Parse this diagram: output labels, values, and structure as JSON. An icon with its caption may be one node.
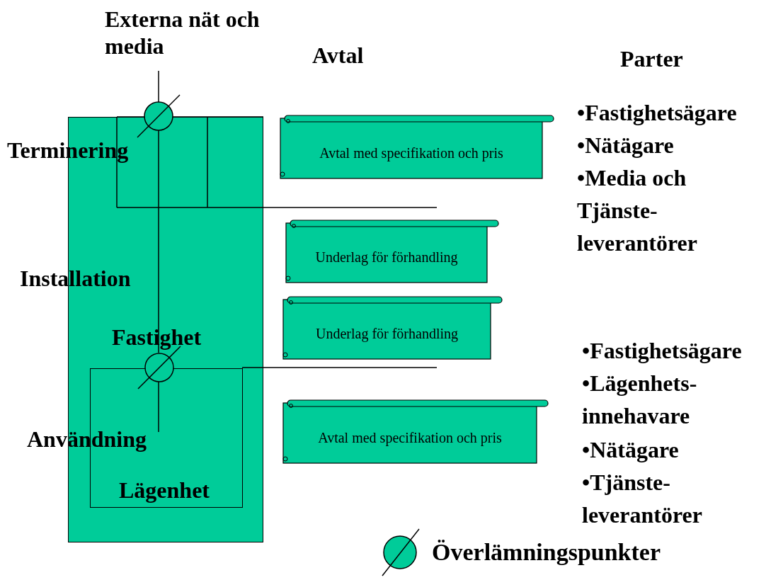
{
  "diagram": {
    "nodes": [
      {
        "text": [],
        "shape": "box"
      },
      {
        "text": [
          "Externa nät och media"
        ]
      },
      {
        "text": [],
        "shape": "circle"
      },
      {
        "text": [],
        "shape": "circle",
        "in": 0
      },
      {
        "text": [
          "Lägenhet"
        ],
        "in": 0
      },
      {
        "text": [
          "Avtal med specifikation och pris"
        ]
      },
      {
        "text": [
          "Underlag för förhandling"
        ]
      },
      {
        "text": [
          "Underlag för förhandling"
        ]
      },
      {
        "text": [
          "Avtal med specifikation och pris"
        ]
      }
    ],
    "edges": [
      {
        "from": 1,
        "to": 2,
        "arrow": "none"
      },
      {
        "from": 2,
        "to": 3,
        "arrow": "none"
      },
      {
        "from": 3,
        "to": 4,
        "arrow": "none"
      }
    ],
    "labels": [
      "Avtal",
      "Parter",
      "•Fastighetsägare",
      "•Nätägare",
      "Terminering",
      "•Media och Tjänste- leverantörer",
      "Installation",
      "Fastighet",
      "•Fastighetsägare",
      "•Lägenhets- innehavare",
      "Användning",
      "•Nätägare",
      "•Tjänste- leverantörer"
    ],
    "legend": [
      {
        "text": "Överlämningspunkter"
      }
    ]
  }
}
